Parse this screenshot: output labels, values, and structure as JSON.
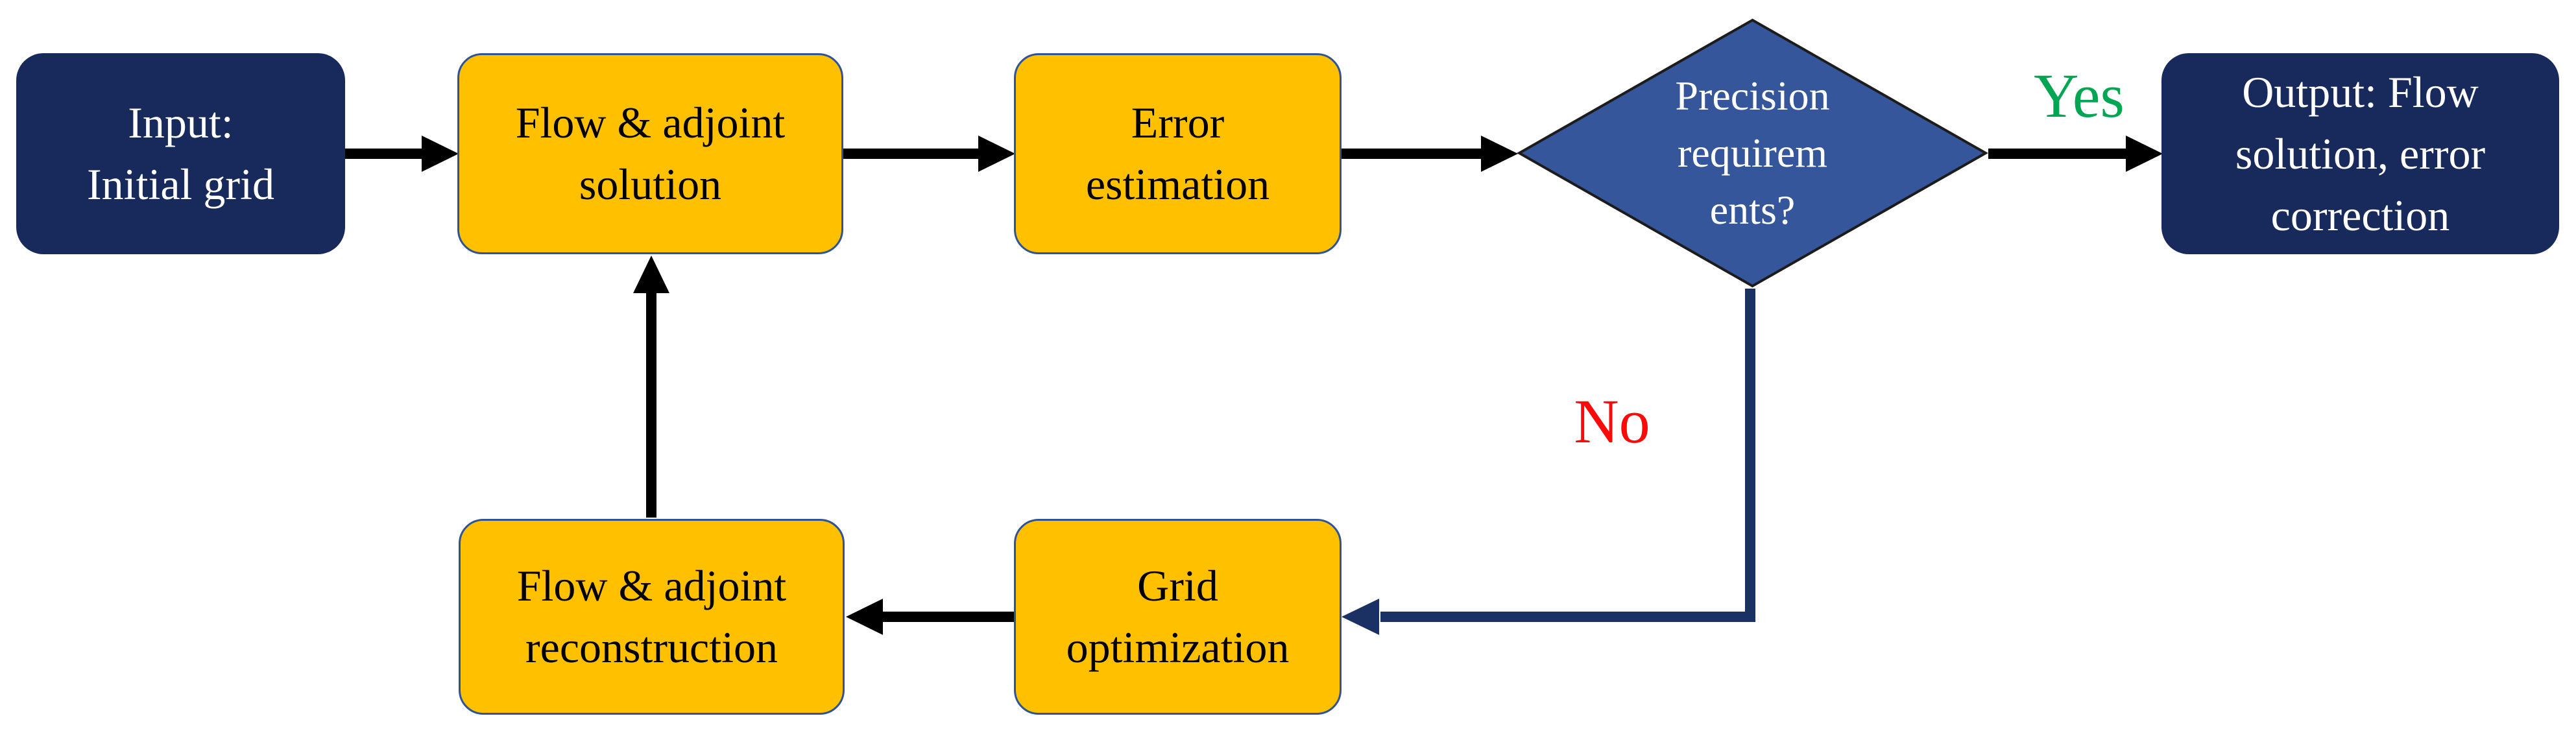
{
  "colors": {
    "canvas-bg": "#FFFFFF",
    "navy-node": "#18295B",
    "gold-node": "#FFC000",
    "gold-border": "#2E5496",
    "diamond-fill": "#35569B",
    "diamond-border": "#1C1C1C",
    "arrow-black": "#000000",
    "arrow-navy": "#1B3063",
    "yes-green": "#00A651",
    "no-red": "#FC0A0A",
    "navy-text": "#FFFFFF",
    "gold-text": "#000000"
  },
  "nodes": {
    "input": {
      "line1": "Input:",
      "line2": "Initial grid"
    },
    "flow_solution": {
      "line1": "Flow & adjoint",
      "line2": "solution"
    },
    "error_estimation": {
      "line1": "Error",
      "line2": "estimation"
    },
    "decision": {
      "label": "Precision requirements?",
      "line1": "Precision",
      "line2": "requirem",
      "line3": "ents?"
    },
    "output": {
      "line1": "Output: Flow",
      "line2": "solution, error",
      "line3": "correction"
    },
    "grid_optimization": {
      "line1": "Grid",
      "line2": "optimization"
    },
    "reconstruction": {
      "line1": "Flow & adjoint",
      "line2": "reconstruction"
    }
  },
  "edge_labels": {
    "yes": "Yes",
    "no": "No"
  }
}
